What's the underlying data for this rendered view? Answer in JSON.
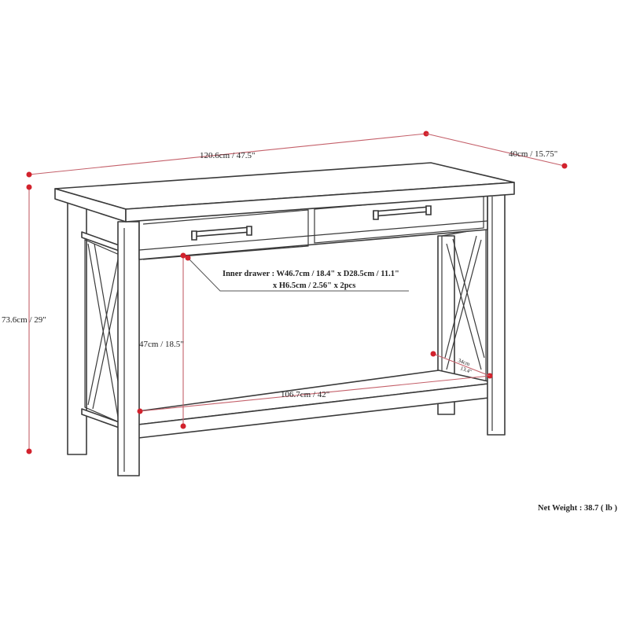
{
  "dimensions": {
    "overall_width": "120.6cm / 47.5\"",
    "overall_depth": "40cm / 15.75\"",
    "overall_height": "73.6cm / 29\"",
    "shelf_height": "47cm / 18.5\"",
    "shelf_width": "106.7cm / 42\"",
    "shelf_depth_cm": "34cm",
    "shelf_depth_in": "13.4\""
  },
  "inner_drawer": {
    "line1": "Inner drawer  : W46.7cm / 18.4\" x D28.5cm / 11.1\"",
    "line2": "x H6.5cm / 2.56\" x 2pcs"
  },
  "net_weight": "Net Weight : 38.7 ( lb )",
  "colors": {
    "dimension_marker": "#d2222d",
    "dimension_line": "#c4606a",
    "outline": "#3a3a3a"
  }
}
